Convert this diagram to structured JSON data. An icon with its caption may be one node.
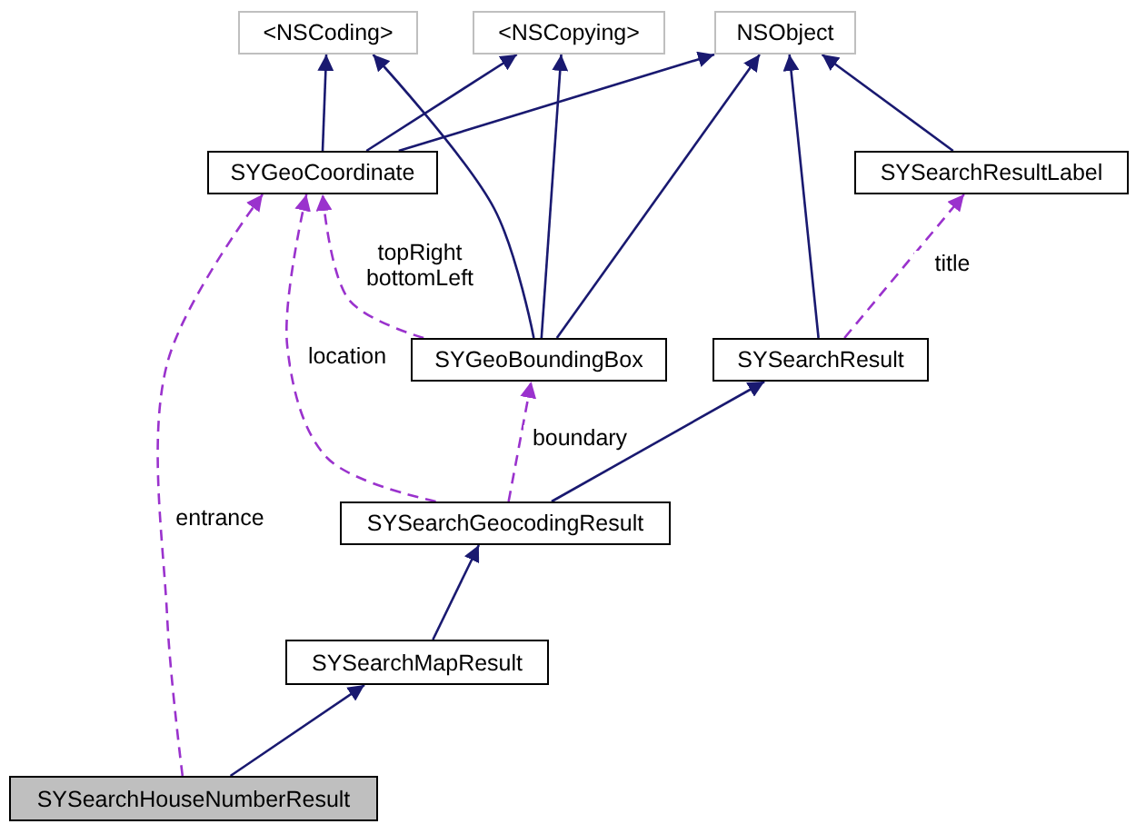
{
  "diagram": {
    "nodes": [
      {
        "text": [
          "<NSCoding>"
        ]
      },
      {
        "text": [
          "<NSCopying>"
        ]
      },
      {
        "text": [
          "NSObject"
        ]
      },
      {
        "text": [
          "SYGeoCoordinate"
        ]
      },
      {
        "text": [
          "SYSearchResultLabel"
        ]
      },
      {
        "text": [
          "SYGeoBoundingBox"
        ]
      },
      {
        "text": [
          "SYSearchResult"
        ]
      },
      {
        "text": [
          "SYSearchGeocodingResult"
        ]
      },
      {
        "text": [
          "SYSearchMapResult"
        ]
      },
      {
        "text": [
          "SYSearchHouseNumberResult"
        ]
      }
    ],
    "edges": [
      {
        "from": 3,
        "to": 0,
        "arrow": "to"
      },
      {
        "from": 3,
        "to": 1,
        "arrow": "to"
      },
      {
        "from": 3,
        "to": 2,
        "arrow": "to"
      },
      {
        "from": 5,
        "to": 0,
        "arrow": "to"
      },
      {
        "from": 5,
        "to": 1,
        "arrow": "to"
      },
      {
        "from": 5,
        "to": 2,
        "arrow": "to"
      },
      {
        "from": 4,
        "to": 2,
        "arrow": "to"
      },
      {
        "from": 6,
        "to": 2,
        "arrow": "to"
      },
      {
        "from": 7,
        "to": 6,
        "arrow": "to"
      },
      {
        "from": 8,
        "to": 7,
        "arrow": "to"
      },
      {
        "from": 9,
        "to": 8,
        "arrow": "to"
      },
      {
        "from": 5,
        "to": 3,
        "arrow": "to",
        "label": "topRight bottomLeft",
        "style": "dashed",
        "color": "#9a32cd"
      },
      {
        "from": 7,
        "to": 3,
        "arrow": "to",
        "label": "location",
        "style": "dashed",
        "color": "#9a32cd"
      },
      {
        "from": 7,
        "to": 5,
        "arrow": "to",
        "label": "boundary",
        "style": "dashed",
        "color": "#9a32cd"
      },
      {
        "from": 6,
        "to": 4,
        "arrow": "to",
        "label": "title",
        "style": "dashed",
        "color": "#9a32cd"
      },
      {
        "from": 9,
        "to": 3,
        "arrow": "to",
        "label": "entrance",
        "style": "dashed",
        "color": "#9a32cd"
      }
    ]
  }
}
